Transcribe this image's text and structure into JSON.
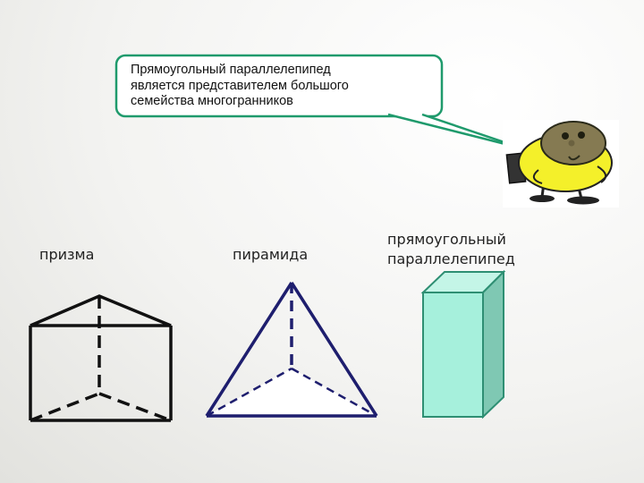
{
  "callout": {
    "line1": "Прямоугольный параллелепипед",
    "line2": "является представителем большого",
    "line3": "семейства многогранников"
  },
  "labels": {
    "prism": "призма",
    "pyramid": "пирамида",
    "box_line1": "прямоугольный",
    "box_line2": "параллелепипед"
  },
  "colors": {
    "callout_border": "#1f9a6c",
    "prism_stroke": "#111111",
    "pyramid_stroke": "#1e1e6e",
    "box_fill": "#a6f0dc",
    "box_side": "#7fc8b3",
    "box_stroke": "#2e8f73",
    "character_body": "#f4f02a"
  }
}
